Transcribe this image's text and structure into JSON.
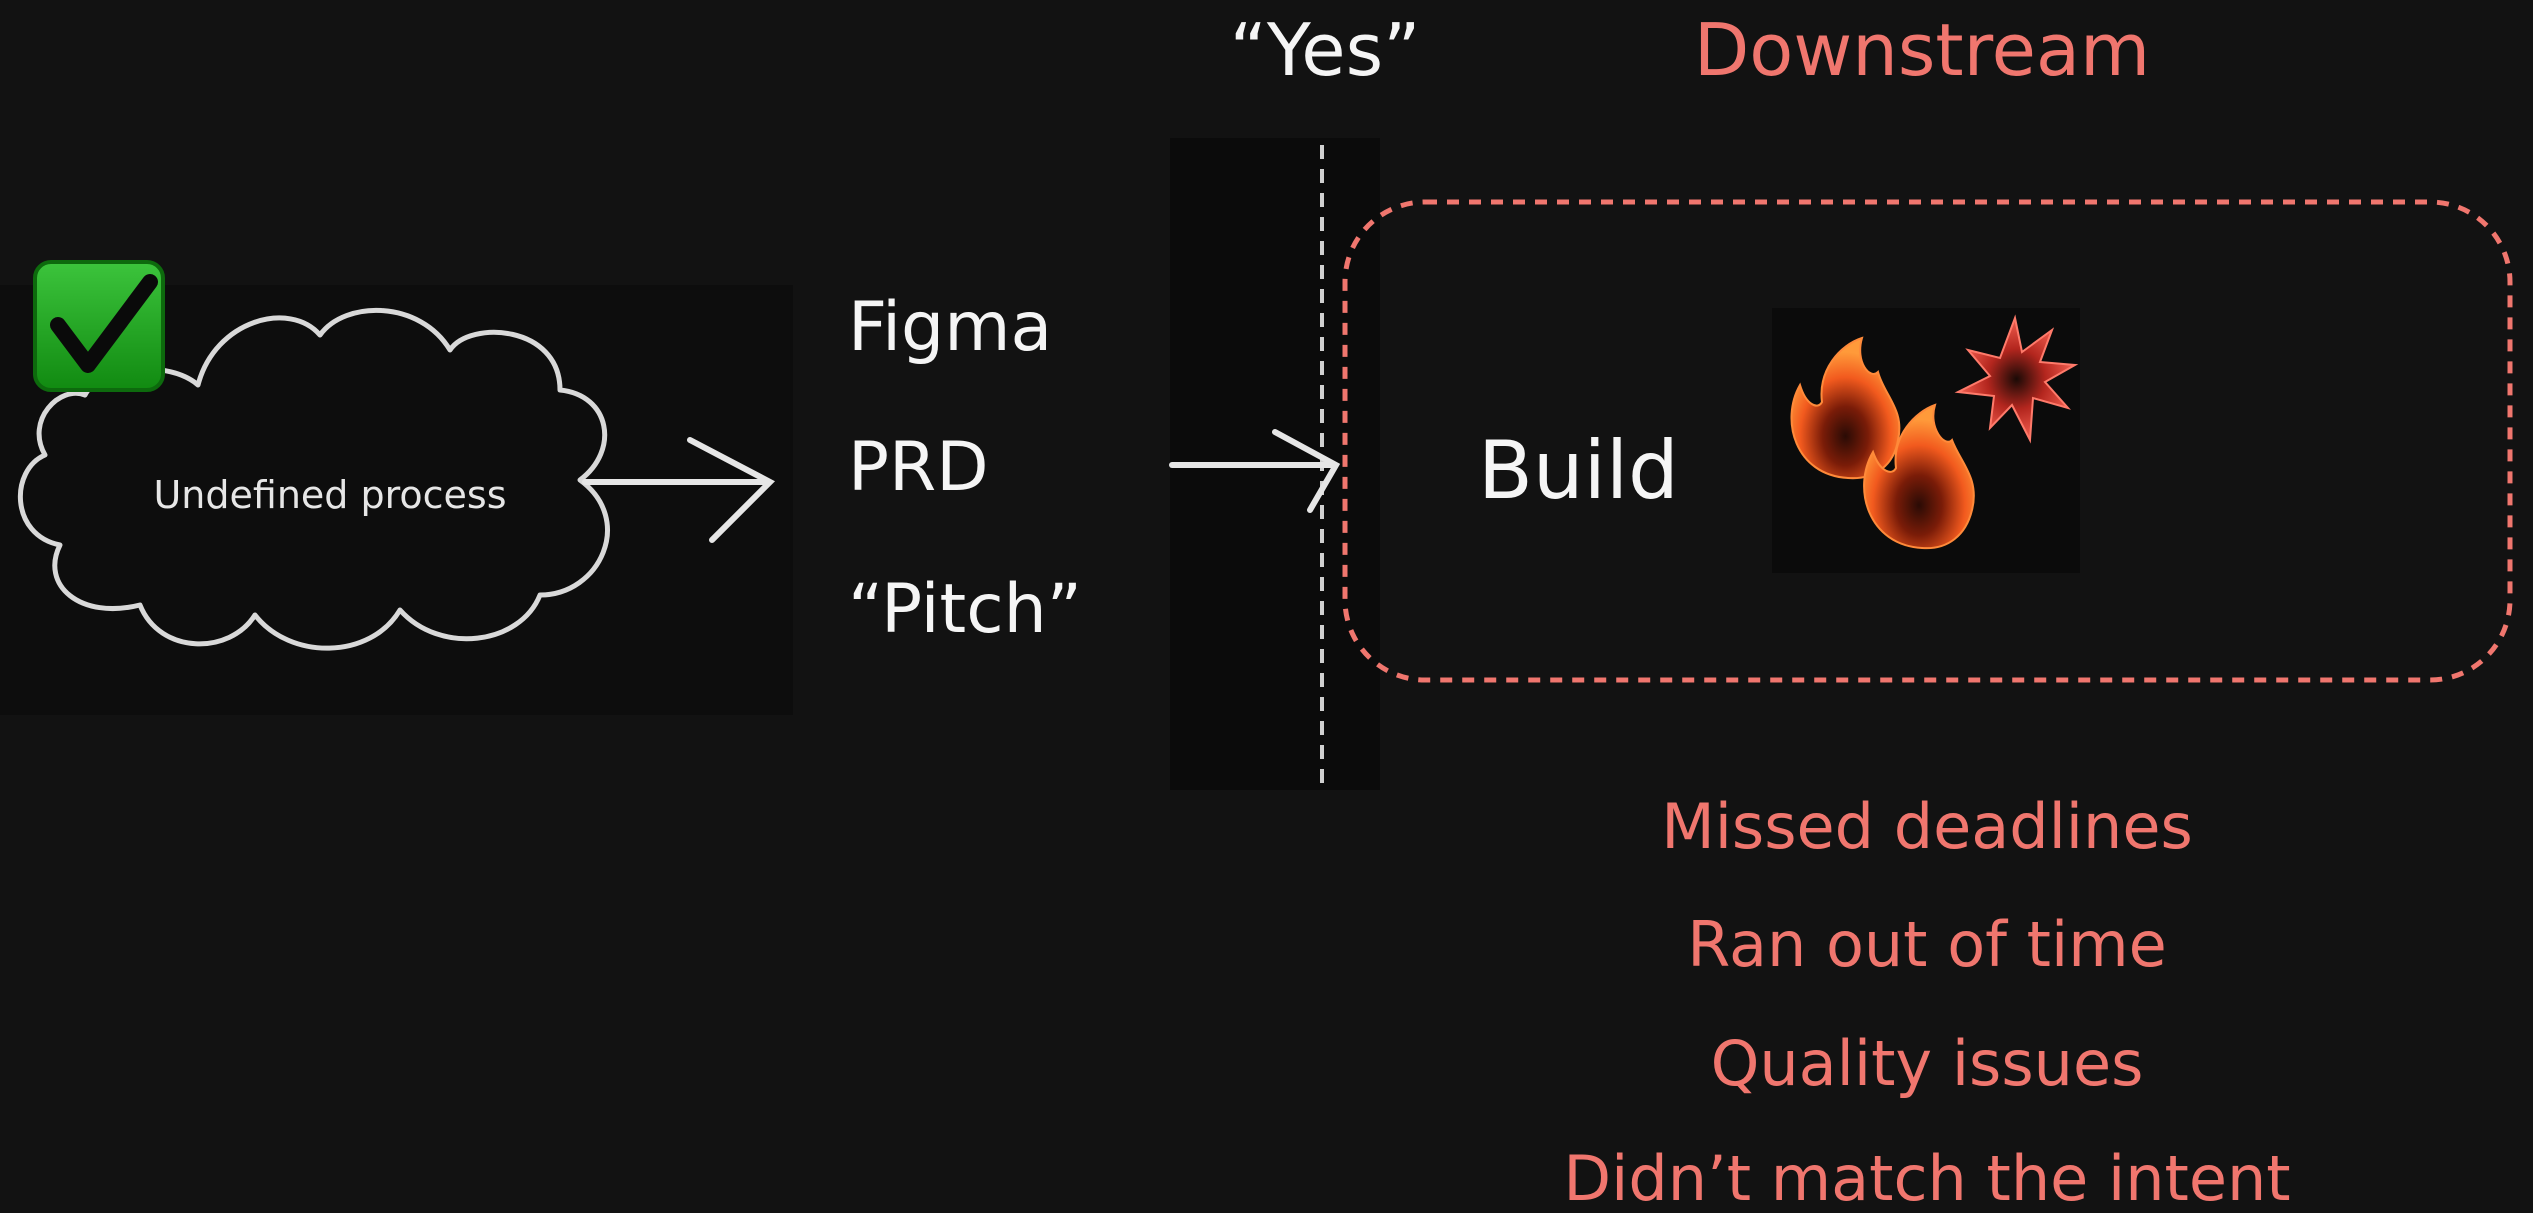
{
  "diagram": {
    "process_label": "Undefined process",
    "artifacts": [
      "Figma",
      "PRD",
      "“Pitch”"
    ],
    "gate_label": "“Yes”",
    "downstream_title": "Downstream",
    "build_label": "Build",
    "outcomes": [
      "Missed deadlines",
      "Ran out of time",
      "Quality issues",
      "Didn’t match the intent"
    ],
    "icons": {
      "approval": "checkmark-icon",
      "problems": [
        "fire-icon",
        "fire-icon",
        "explosion-icon"
      ]
    },
    "colors": {
      "background": "#121212",
      "panel": "#0b0b0b",
      "foreground": "#f2f2f2",
      "accent": "#f0766e",
      "check_green": "#1fa31f",
      "fire_orange": "#f25a1e"
    }
  }
}
